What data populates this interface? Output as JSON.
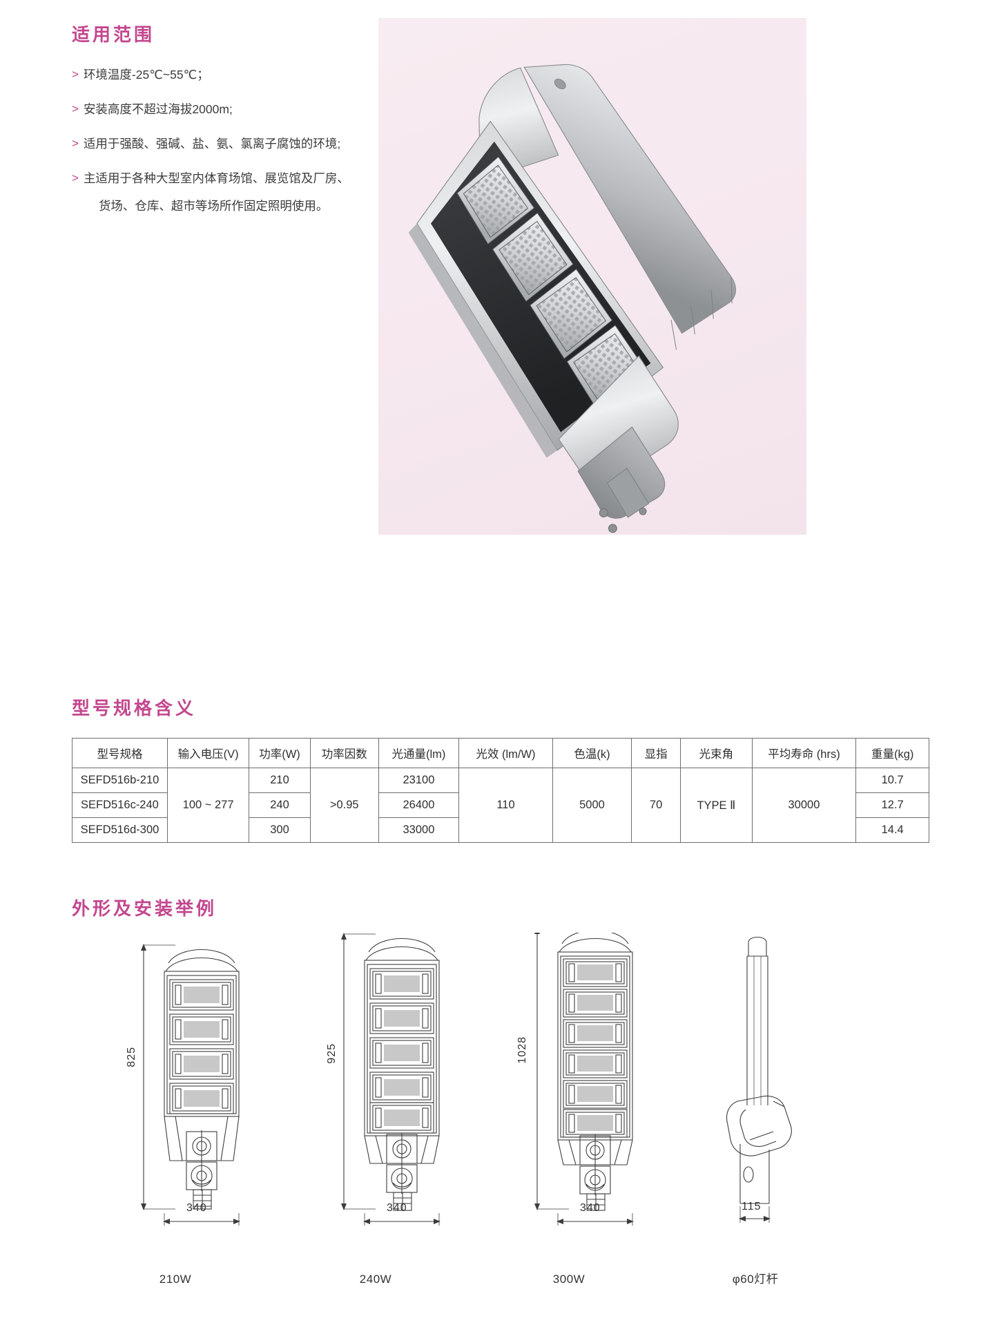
{
  "sections": {
    "scope_title": "适用范围",
    "model_title": "型号规格含义",
    "outline_title": "外形及安装举例"
  },
  "scope": {
    "bullet_mark": ">",
    "items": [
      {
        "text": "环境温度-25℃~55℃；",
        "cont": ""
      },
      {
        "text": "安装高度不超过海拔2000m;",
        "cont": ""
      },
      {
        "text": "适用于强酸、强碱、盐、氨、氯离子腐蚀的环境;",
        "cont": ""
      },
      {
        "text": "主适用于各种大型室内体育场馆、展览馆及厂房、",
        "cont": "货场、仓库、超市等场所作固定照明使用。"
      }
    ]
  },
  "product_photo": {
    "alt": "LED street light luminaire three-quarter view",
    "background_color": "#f5e8ee"
  },
  "spec_table": {
    "headers": [
      "型号规格",
      "输入电压(V)",
      "功率(W)",
      "功率因数",
      "光通量(lm)",
      "光效 (lm/W)",
      "色温(k)",
      "显指",
      "光束角",
      "平均寿命 (hrs)",
      "重量(kg)"
    ],
    "rows": [
      {
        "model": "SEFD516b-210",
        "power": "210",
        "flux": "23100",
        "weight": "10.7"
      },
      {
        "model": "SEFD516c-240",
        "power": "240",
        "flux": "26400",
        "weight": "12.7"
      },
      {
        "model": "SEFD516d-300",
        "power": "300",
        "flux": "33000",
        "weight": "14.4"
      }
    ],
    "merged": {
      "voltage": "100 ~ 277",
      "power_factor": ">0.95",
      "efficacy": "110",
      "cct": "5000",
      "cri": "70",
      "beam_angle": "TYPE Ⅱ",
      "lifetime": "30000"
    }
  },
  "drawings": [
    {
      "id": "d210",
      "caption": "210W",
      "height_dim": "825",
      "width_dim": "340",
      "modules": 4
    },
    {
      "id": "d240",
      "caption": "240W",
      "height_dim": "925",
      "width_dim": "340",
      "modules": 5
    },
    {
      "id": "d300",
      "caption": "300W",
      "height_dim": "1028",
      "width_dim": "340",
      "modules": 6
    },
    {
      "id": "dpole",
      "caption": "φ60灯杆",
      "height_dim": "",
      "width_dim": "115",
      "modules": 0
    }
  ],
  "colors": {
    "accent": "#c3478e",
    "text": "#3a3a3a",
    "line": "#5a5a5a",
    "photo_bg": "#f5e8ee"
  }
}
